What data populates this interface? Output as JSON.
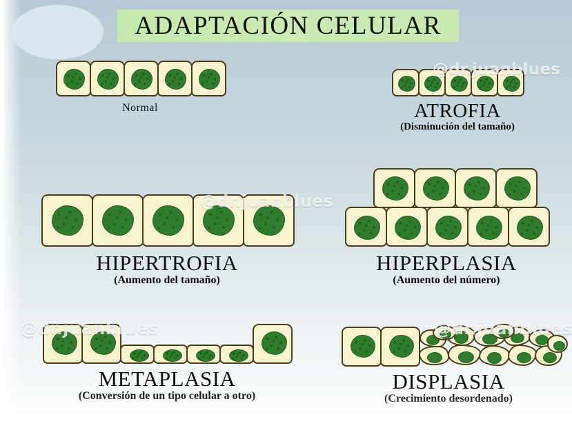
{
  "poster": {
    "title": "ADAPTACIÓN CELULAR",
    "watermark": "@dr.juanblues",
    "colors": {
      "background_top": "#b6c9d4",
      "background_bottom": "#ffffff",
      "title_banner": "#c9e9b1",
      "cell_body": "#f6f3ce",
      "cell_outline": "#4d3b1f",
      "nucleus": "#2f7d2c",
      "text": "#10100c"
    }
  },
  "sections": {
    "normal": {
      "label": "Normal",
      "subtitle": "",
      "cell_count": 5,
      "cell_type": "cuboidal"
    },
    "atrofia": {
      "label": "ATROFIA",
      "subtitle": "(Disminución del tamaño)",
      "cell_count": 5,
      "cell_type": "shrunken"
    },
    "hipertrofia": {
      "label": "HIPERTROFIA",
      "subtitle": "(Aumento del tamaño)",
      "cell_count": 5,
      "cell_type": "enlarged"
    },
    "hiperplasia": {
      "label": "HIPERPLASIA",
      "subtitle": "(Aumento del número)",
      "cell_count_top_row": 4,
      "cell_count_bottom_row": 5,
      "cell_type": "cuboidal"
    },
    "metaplasia": {
      "label": "METAPLASIA",
      "subtitle": "(Conversión de un tipo celular a otro)",
      "cell_count_tall": 3,
      "cell_count_flat": 4,
      "cell_type": "columnar-to-squamous"
    },
    "displasia": {
      "label": "DISPLASIA",
      "subtitle": "(Crecimiento desordenado)",
      "cell_count_normal": 2,
      "cell_count_irregular": 13,
      "cell_type": "disordered"
    }
  }
}
